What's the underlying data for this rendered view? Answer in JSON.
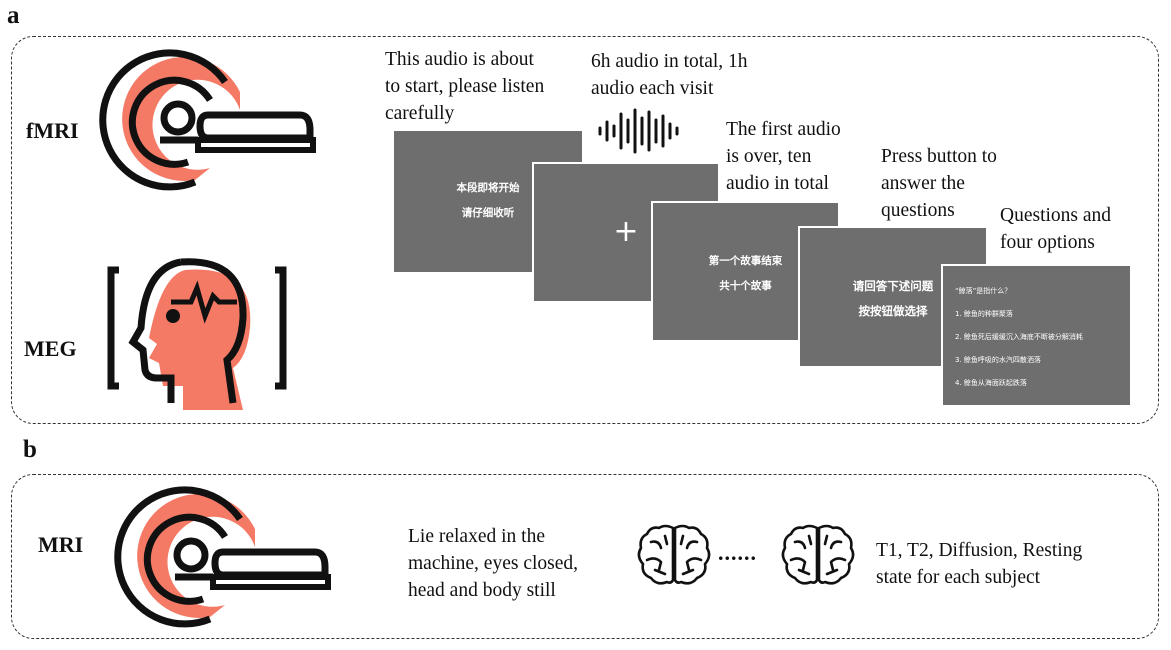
{
  "panels": {
    "a": {
      "label": "a",
      "modalities": {
        "fmri": "fMRI",
        "meg": "MEG"
      },
      "captions": {
        "start_audio": [
          "This audio is about",
          "to start, please listen",
          "carefully"
        ],
        "audio_total": [
          "6h audio in total, 1h",
          "audio each visit"
        ],
        "first_over": [
          "The first audio",
          "is over, ten",
          "audio in total"
        ],
        "press_button": [
          "Press button to",
          "answer the",
          "questions"
        ],
        "questions": [
          "Questions and",
          "four options"
        ]
      },
      "screens": {
        "s1": [
          "本段即将开始",
          "请仔细收听"
        ],
        "s2": "+",
        "s3": [
          "第一个故事结束",
          "共十个故事"
        ],
        "s4": [
          "请回答下述问题",
          "按按钮做选择"
        ],
        "s5": {
          "question": "“鲸落”是指什么？",
          "options": [
            "1. 鲸鱼的种群聚落",
            "2. 鲸鱼死后缓缓沉入海底不断被分解消耗",
            "3. 鲸鱼呼吸的水汽四散洒落",
            "4. 鲸鱼从海面跃起跌落"
          ]
        }
      }
    },
    "b": {
      "label": "b",
      "modality": "MRI",
      "captions": {
        "relax": [
          "Lie relaxed in the",
          "machine, eyes closed,",
          "head and body still"
        ],
        "scans": [
          "T1, T2, Diffusion, Resting",
          "state for each subject"
        ]
      },
      "dots": "......"
    }
  },
  "colors": {
    "accent": "#f47a66",
    "line": "#111111",
    "screen": "#6e6e6e"
  }
}
